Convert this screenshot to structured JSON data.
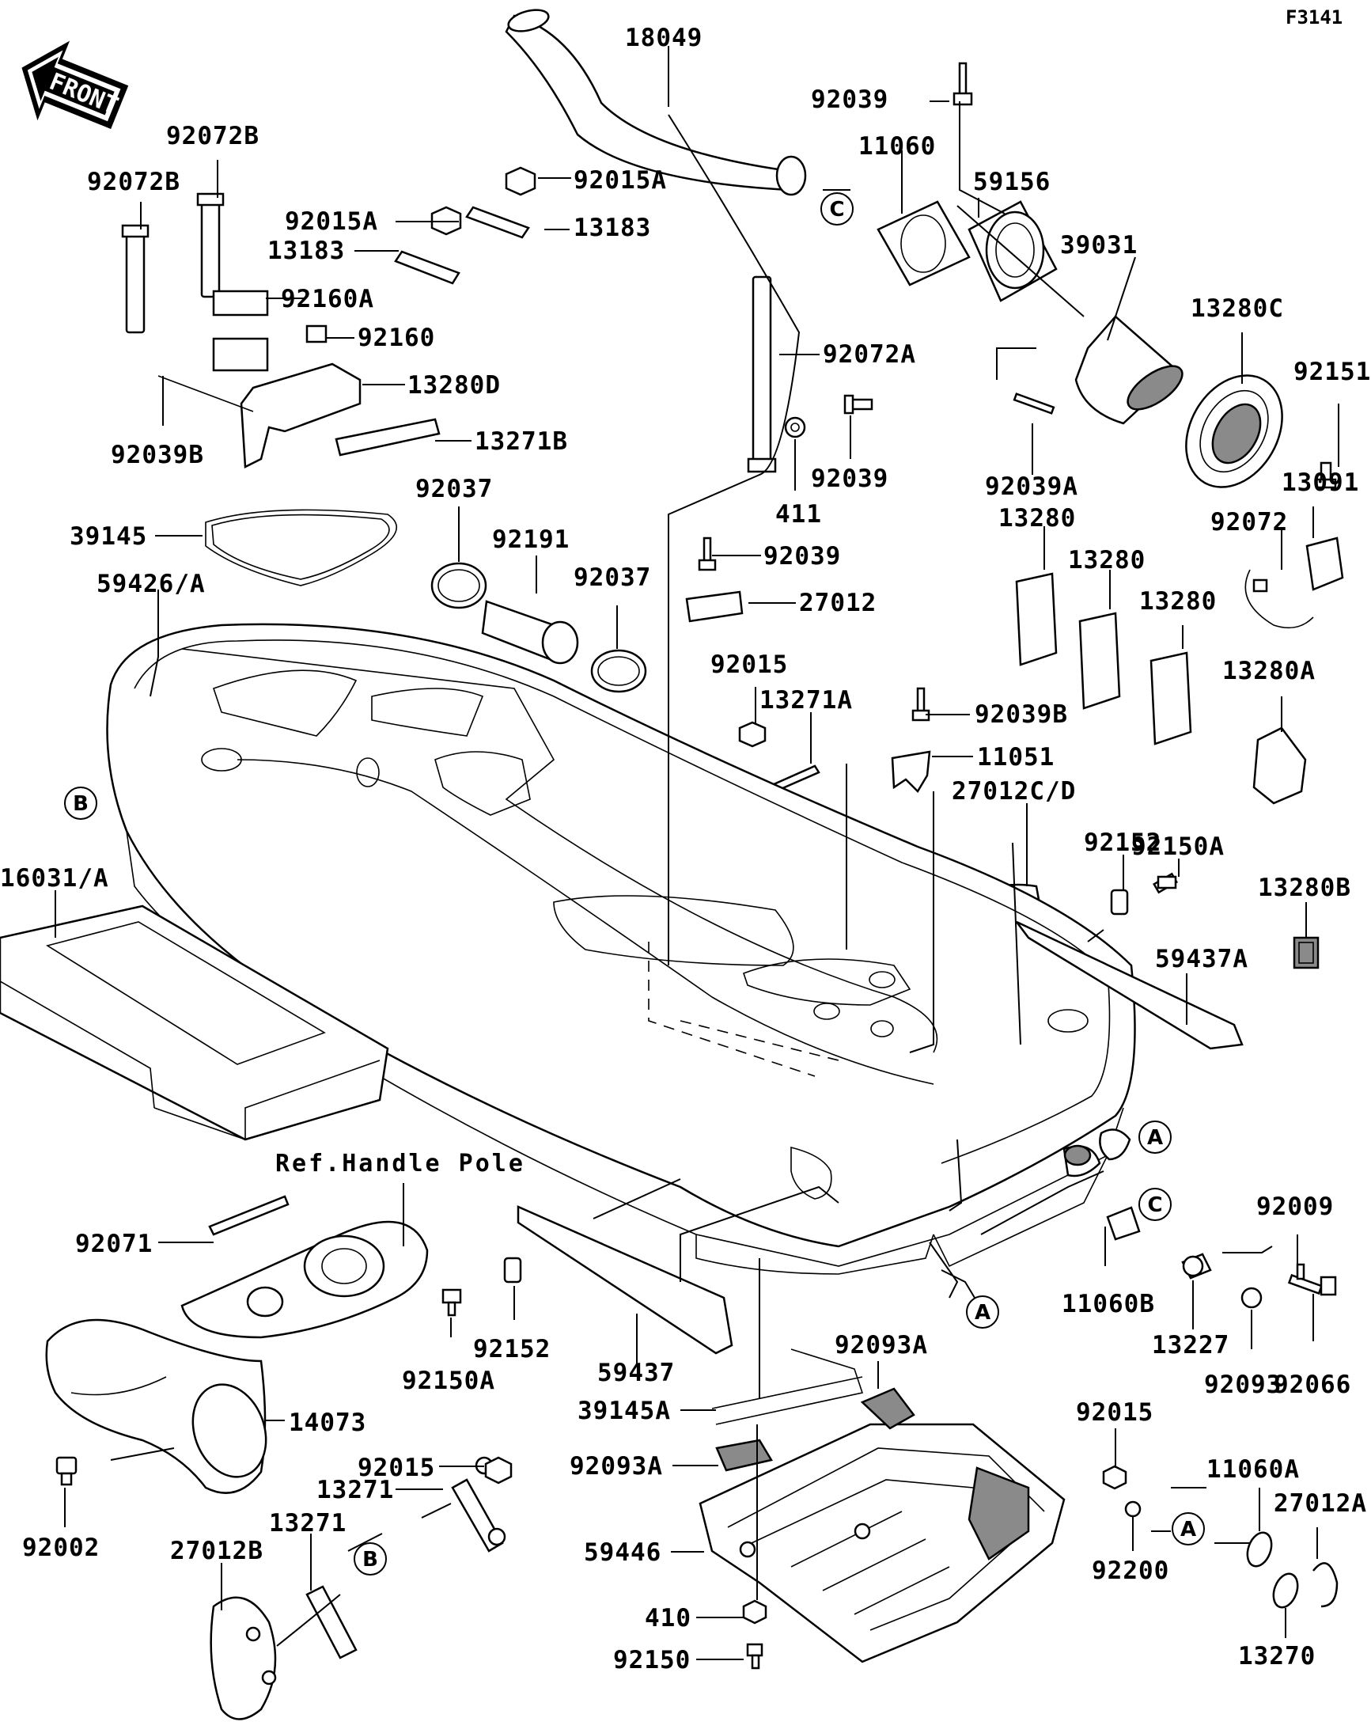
{
  "figure_code": "F3141",
  "front_label": "FRONT",
  "ref_note": "Ref.Handle Pole",
  "callouts": [
    "A",
    "B",
    "C"
  ],
  "labels": {
    "p18049": "18049",
    "p92039_top": "92039",
    "p11060": "11060",
    "p59156": "59156",
    "p39031": "39031",
    "p13280C": "13280C",
    "p92151": "92151",
    "p92072B_right": "92072B",
    "p92072B_left": "92072B",
    "p92015A_a": "92015A",
    "p92015A_b": "92015A",
    "p13183_a": "13183",
    "p13183_b": "13183",
    "p92160A": "92160A",
    "p92160": "92160",
    "p13280D": "13280D",
    "p13271B": "13271B",
    "p92039B_left": "92039B",
    "p92072A": "92072A",
    "p92039_mid": "92039",
    "p411": "411",
    "p92039A": "92039A",
    "p13280_a": "13280",
    "p13091": "13091",
    "p92037_a": "92037",
    "p92191": "92191",
    "p39145": "39145",
    "p92039_low": "92039",
    "p92037_b": "92037",
    "p59426A": "59426/A",
    "p27012": "27012",
    "p13280_b": "13280",
    "p92072": "92072",
    "p13280_c": "13280",
    "p92015_mid": "92015",
    "p13271A": "13271A",
    "p92039B_mid": "92039B",
    "p13280A": "13280A",
    "p11051": "11051",
    "p27012CD": "27012C/D",
    "p92150A_right": "92150A",
    "p92152_right": "92152",
    "p16031A": "16031/A",
    "p13280B": "13280B",
    "p59437A": "59437A",
    "p92071": "92071",
    "p11060B": "11060B",
    "p92009": "92009",
    "p92152_left": "92152",
    "p59437": "59437",
    "p92150A_left": "92150A",
    "p13227": "13227",
    "p92093A_top": "92093A",
    "p92093": "92093",
    "p92066": "92066",
    "p14073": "14073",
    "p39145A": "39145A",
    "p92015_low": "92015",
    "p92015_right": "92015",
    "p11060A": "11060A",
    "p13271_a": "13271",
    "p13271_b": "13271",
    "p92093A_low": "92093A",
    "p27012A": "27012A",
    "p92002": "92002",
    "p27012B": "27012B",
    "p59446": "59446",
    "p92200": "92200",
    "p410": "410",
    "p13270": "13270",
    "p92150": "92150"
  }
}
